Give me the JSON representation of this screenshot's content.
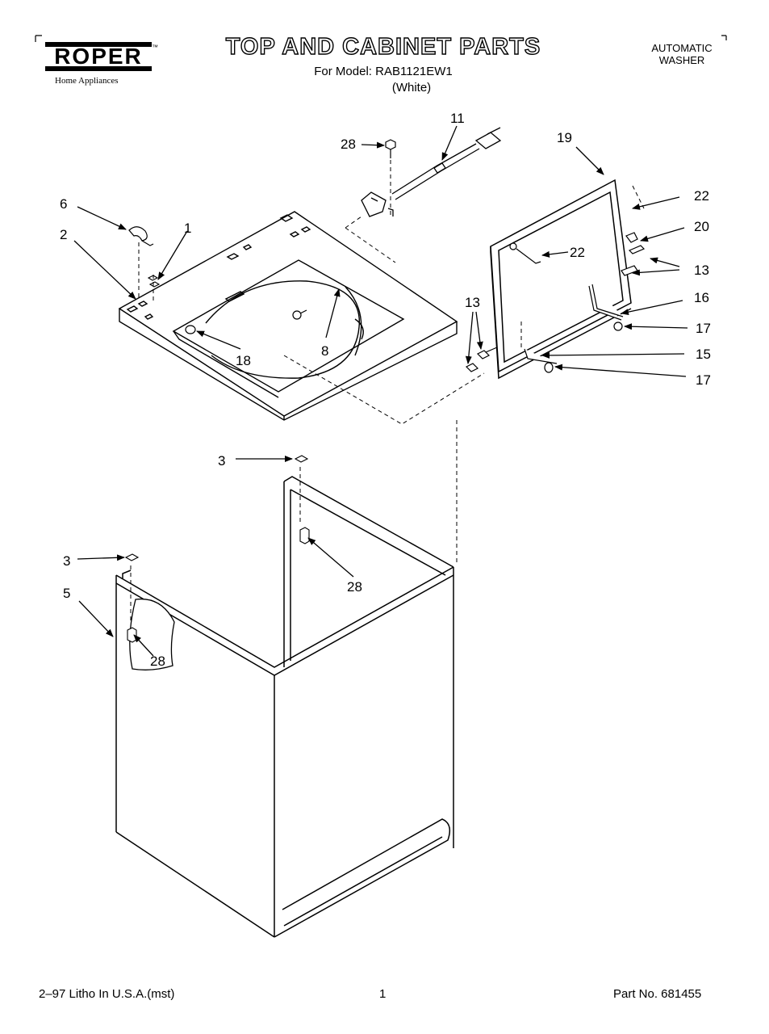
{
  "brand": {
    "name": "ROPER",
    "tagline": "Home Appliances",
    "trademark": "™"
  },
  "header": {
    "title": "TOP AND CABINET PARTS",
    "model_line": "For Model: RAB1121EW1",
    "color_line": "(White)",
    "product_line1": "AUTOMATIC",
    "product_line2": "WASHER"
  },
  "callouts": {
    "c1": "1",
    "c2": "2",
    "c3a": "3",
    "c3b": "3",
    "c5": "5",
    "c6": "6",
    "c8": "8",
    "c11": "11",
    "c13a": "13",
    "c13b": "13",
    "c15": "15",
    "c16": "16",
    "c17a": "17",
    "c17b": "17",
    "c18": "18",
    "c19": "19",
    "c20": "20",
    "c22a": "22",
    "c22b": "22",
    "c28a": "28",
    "c28b": "28",
    "c28c": "28"
  },
  "footer": {
    "print_info": "2–97 Litho In U.S.A.(mst)",
    "page_number": "1",
    "part_number": "Part No. 681455"
  }
}
